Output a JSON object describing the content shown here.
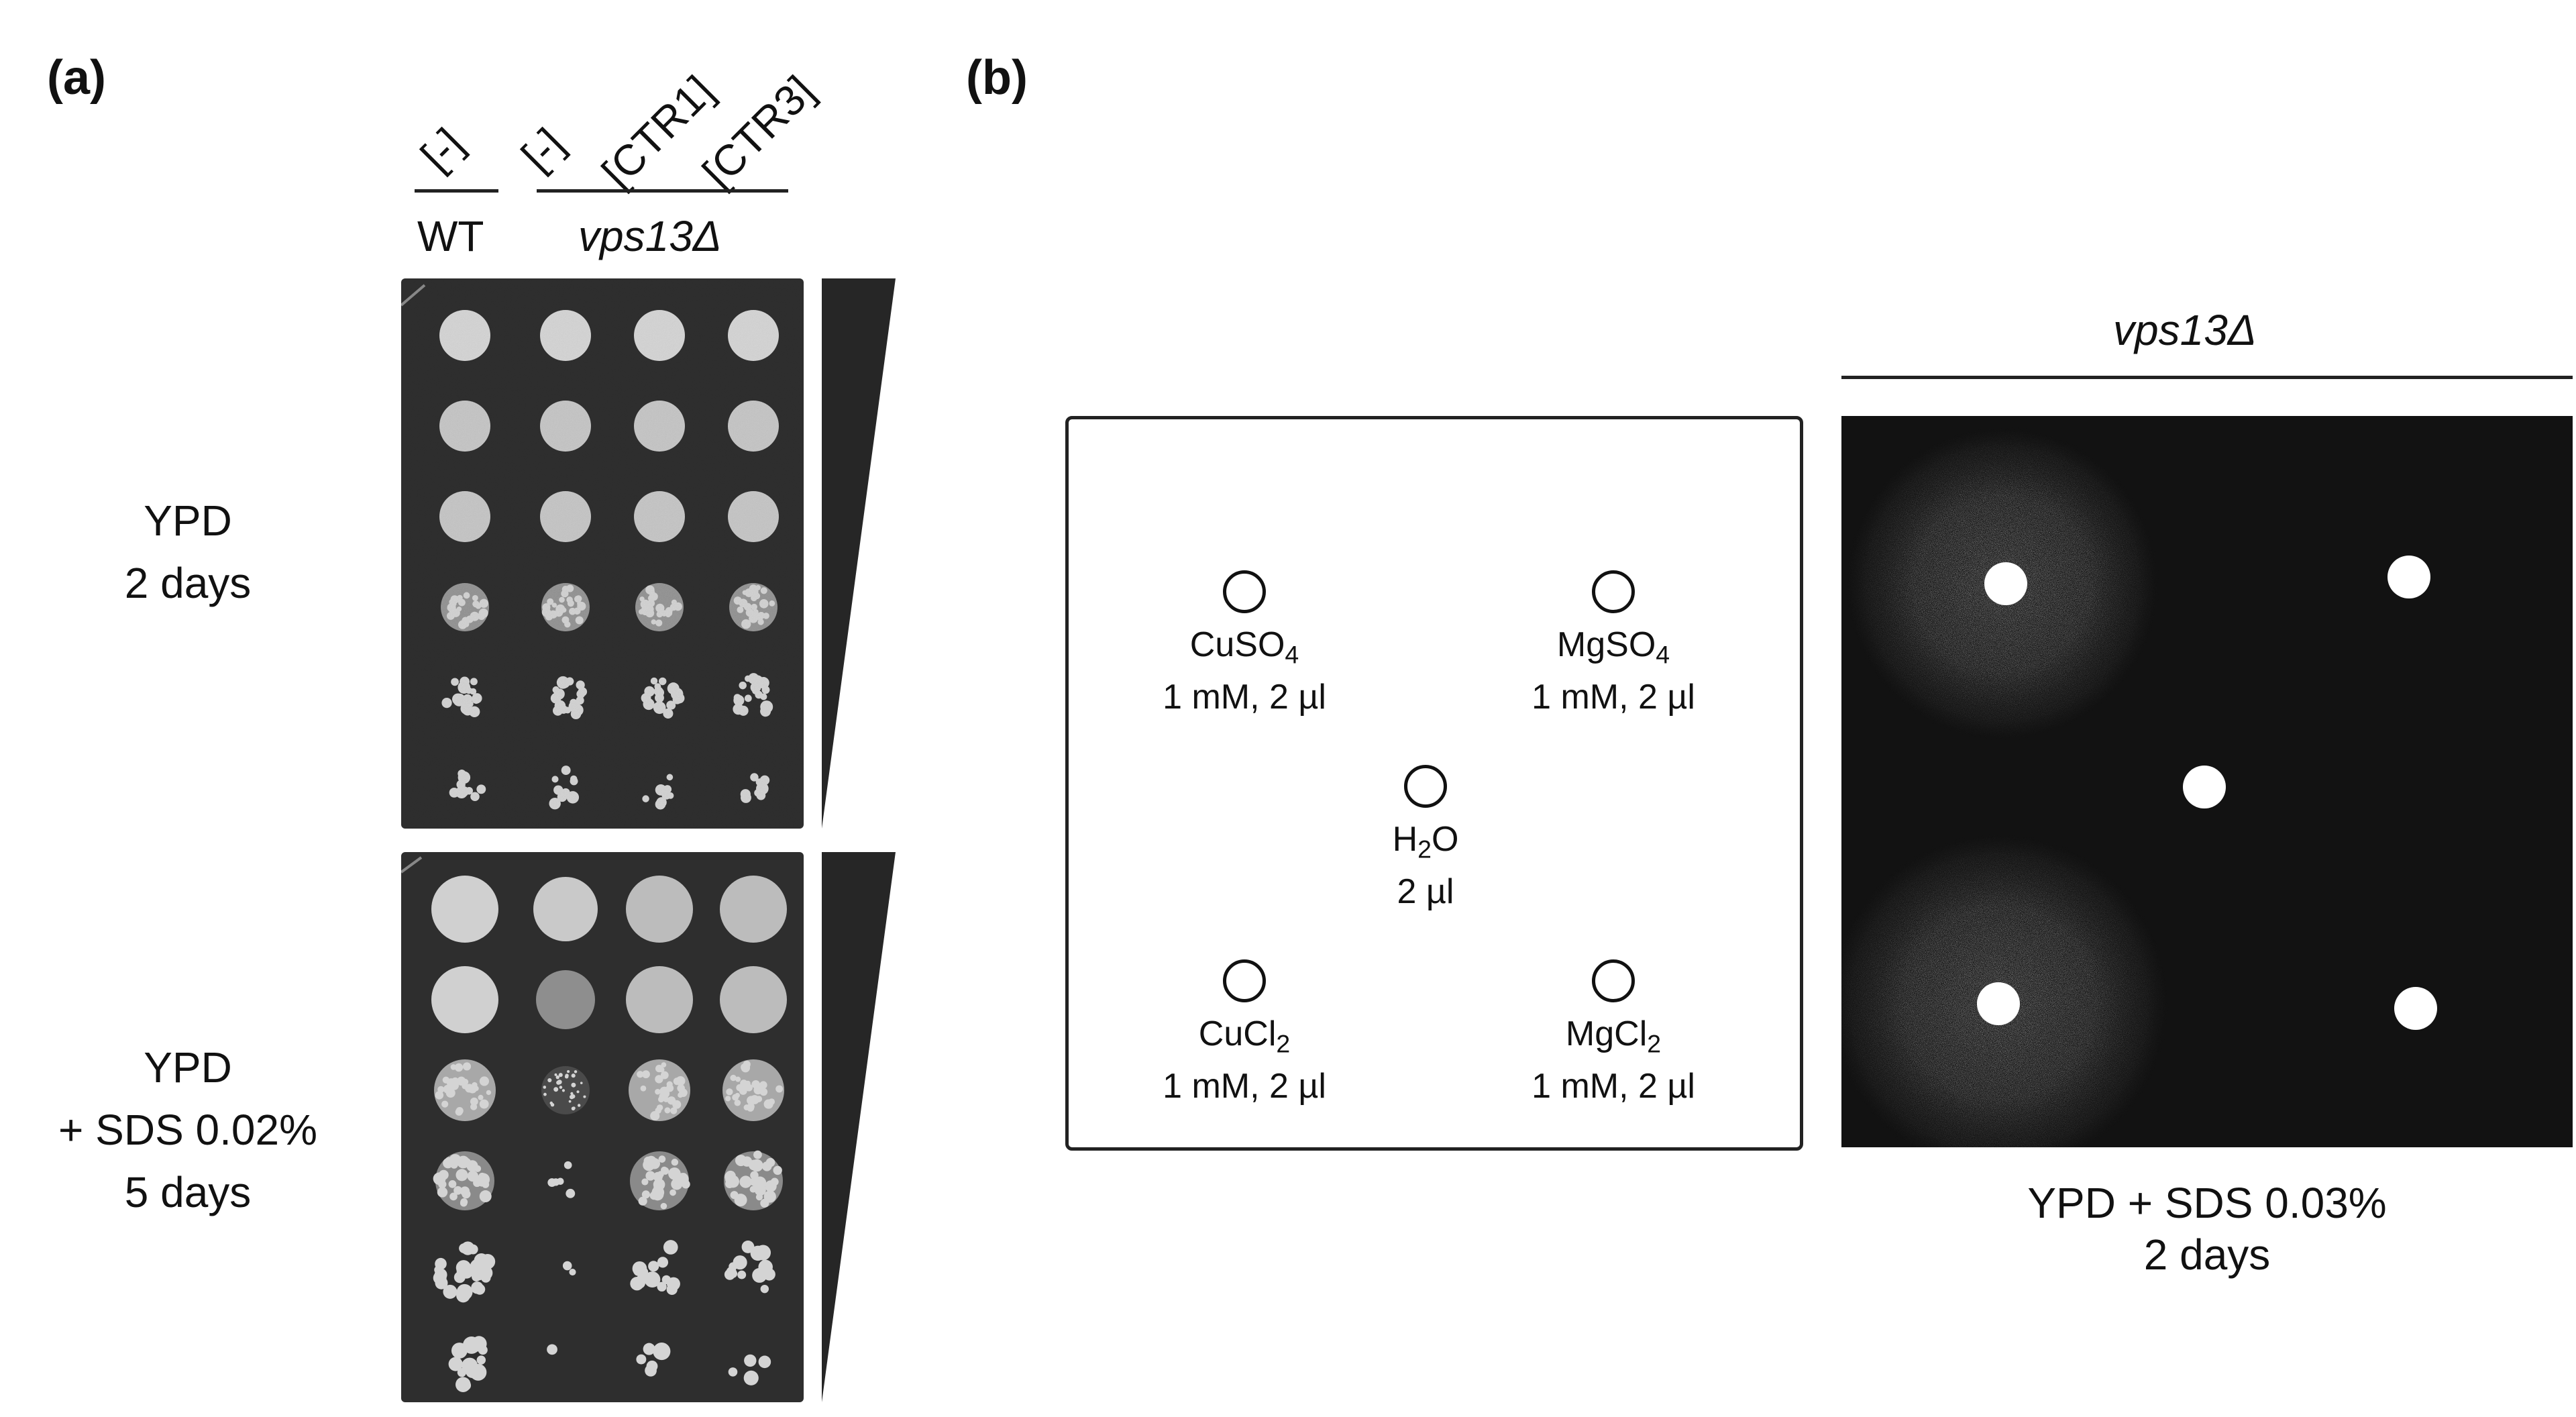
{
  "panel_a": {
    "label": "(a)",
    "lanes": [
      "[-]",
      "[-]",
      "[CTR1]",
      "[CTR3]"
    ],
    "strain_wt": "WT",
    "strain_mut": "vps13Δ",
    "condition_top": [
      "YPD",
      "2 days"
    ],
    "condition_bottom": [
      "YPD",
      "+ SDS 0.02%",
      "5 days"
    ]
  },
  "panel_b": {
    "label": "(b)",
    "strain": "vps13Δ",
    "wells": [
      {
        "name": "CuSO4",
        "formula_main": "CuSO",
        "formula_sub": "4",
        "formula_tail": "",
        "dose": "1 mM, 2 µl"
      },
      {
        "name": "MgSO4",
        "formula_main": "MgSO",
        "formula_sub": "4",
        "formula_tail": "",
        "dose": "1 mM, 2 µl"
      },
      {
        "name": "H2O",
        "formula_main": "H",
        "formula_sub": "2",
        "formula_tail": "O",
        "dose": "2 µl"
      },
      {
        "name": "CuCl2",
        "formula_main": "CuCl",
        "formula_sub": "2",
        "formula_tail": "",
        "dose": "1 mM, 2 µl"
      },
      {
        "name": "MgCl2",
        "formula_main": "MgCl",
        "formula_sub": "2",
        "formula_tail": "",
        "dose": "1 mM, 2 µl"
      }
    ],
    "condition": [
      "YPD + SDS 0.03%",
      "2 days"
    ]
  },
  "colors": {
    "plate": "#2e2e2e",
    "colony": "#cfcfcf",
    "photo_bg": "#121212",
    "halo": "#cccccc"
  }
}
